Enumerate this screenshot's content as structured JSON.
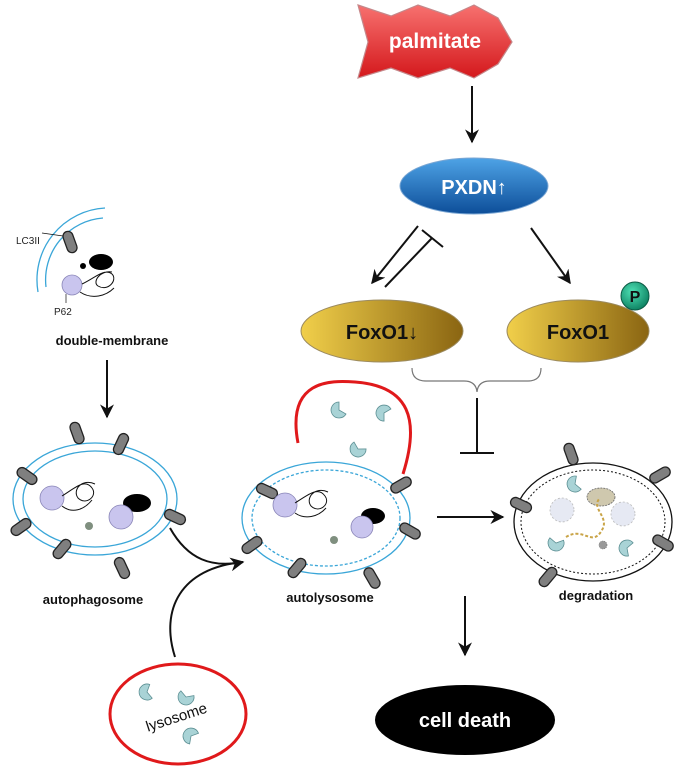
{
  "labels": {
    "palmitate": "palmitate",
    "pxdn": "PXDN↑",
    "foxo1_down": "FoxO1↓",
    "foxo1": "FoxO1",
    "phospho": "P",
    "lc3": "LC3II",
    "p62": "P62",
    "double_membrane": "double-membrane",
    "autophagosome": "autophagosome",
    "autolysosome": "autolysosome",
    "degradation": "degradation",
    "lysosome": "lysosome",
    "cell_death": "cell death"
  },
  "colors": {
    "palmitate_fill": "#e8393b",
    "pxdn_fill": "#1f6fbe",
    "foxo_fill": "#d9a82b",
    "phospho_fill": "#1aa784",
    "lysosome_ring": "#e0191b",
    "membrane": "#3aa6d8",
    "lc3_fill": "#7f7f7f",
    "cargo_purple": "#c9c5ee",
    "lyso_enzyme": "#a9d3d6"
  }
}
